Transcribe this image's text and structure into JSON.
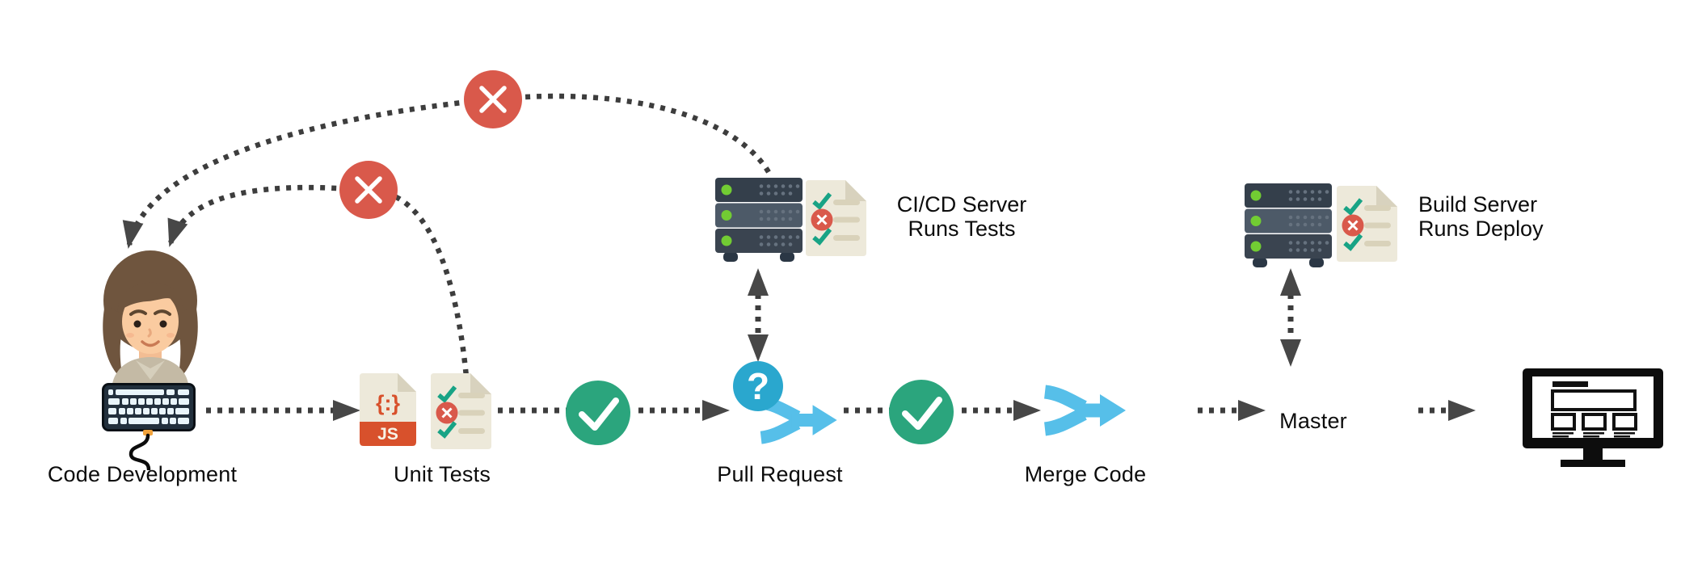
{
  "diagram": {
    "type": "flowchart",
    "description": "CI/CD pipeline workflow: code development through unit tests, pull request, merge to master and deploy"
  },
  "labels": {
    "code_development": "Code Development",
    "unit_tests": "Unit Tests",
    "pull_request": "Pull Request",
    "merge_code": "Merge Code",
    "master": "Master",
    "cicd_line1": "CI/CD Server",
    "cicd_line2": "Runs Tests",
    "build_line1": "Build Server",
    "build_line2": "Runs Deploy"
  },
  "icon_text": {
    "js_braces": "{:}",
    "js_badge": "JS",
    "question_mark": "?"
  },
  "icons": [
    "developer-avatar-icon",
    "keyboard-icon",
    "js-file-icon",
    "checklist-document-icon",
    "fail-x-icon",
    "pass-check-icon",
    "question-icon",
    "merge-branch-icon",
    "server-rack-icon",
    "monitor-icon",
    "dotted-arrow",
    "double-headed-arrow"
  ],
  "colors": {
    "fail_red": "#D9594B",
    "pass_green": "#2BA57D",
    "question_blue": "#2AA7CE",
    "merge_blue": "#56BFE9",
    "arrow_gray": "#3D3D3D",
    "arrowhead_gray": "#474747",
    "server_dark": "#39424E",
    "server_mid": "#4D5A68",
    "led_green": "#72CC33",
    "doc_cream": "#EDE9DA",
    "doc_fold": "#D8D2BE",
    "doc_line_tan": "#D9D2BA",
    "check_teal": "#18A385",
    "js_orange": "#D8512C",
    "hair_brown": "#6F553E",
    "skin": "#FACBA0",
    "shirt_tan": "#C4BAA5",
    "keyboard_navy": "#22303D",
    "monitor_black": "#0D0D0D",
    "text_black": "#0C0C0C"
  }
}
